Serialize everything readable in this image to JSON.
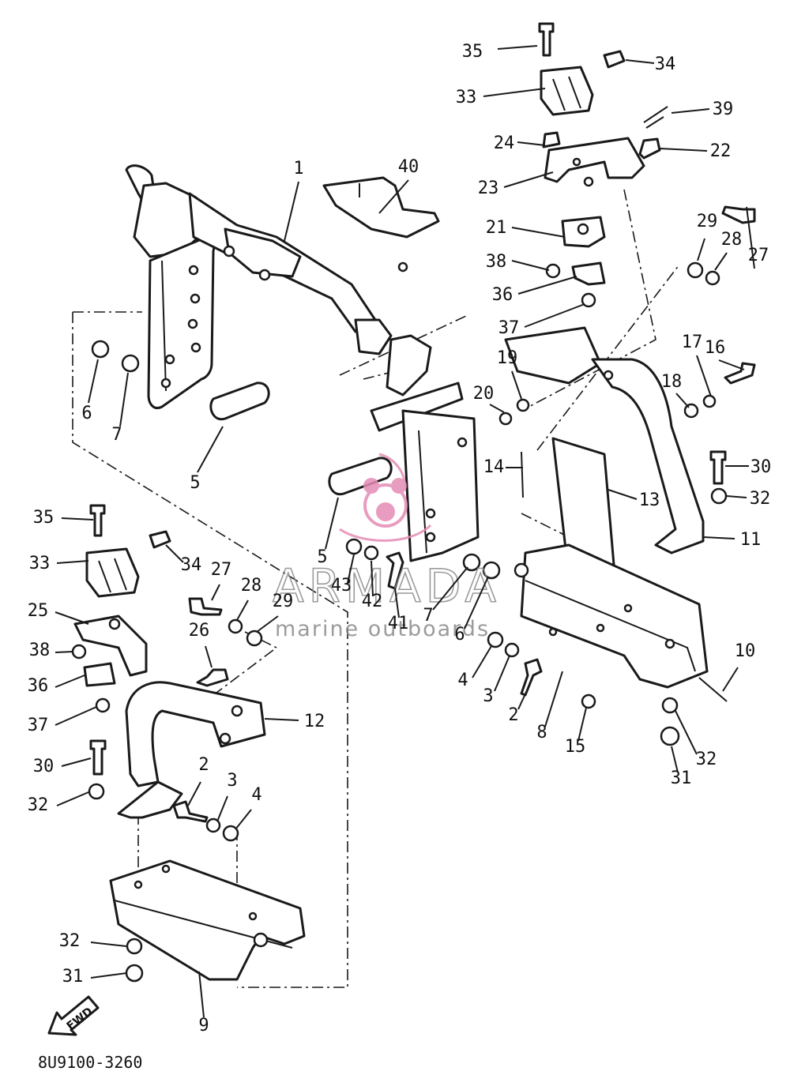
{
  "diagram_code": "8U9100-3260",
  "watermark": {
    "brand": "ARMADA",
    "tagline": "marine outboards",
    "logo_color": "#e58bb5"
  },
  "fwd_label": "FWD",
  "callouts": [
    {
      "id": "c35a",
      "text": "35"
    },
    {
      "id": "c34a",
      "text": "34"
    },
    {
      "id": "c33a",
      "text": "33"
    },
    {
      "id": "c39",
      "text": "39"
    },
    {
      "id": "c24",
      "text": "24"
    },
    {
      "id": "c22",
      "text": "22"
    },
    {
      "id": "c23",
      "text": "23"
    },
    {
      "id": "c1",
      "text": "1"
    },
    {
      "id": "c40",
      "text": "40"
    },
    {
      "id": "c21",
      "text": "21"
    },
    {
      "id": "c29a",
      "text": "29"
    },
    {
      "id": "c28a",
      "text": "28"
    },
    {
      "id": "c27a",
      "text": "27"
    },
    {
      "id": "c38a",
      "text": "38"
    },
    {
      "id": "c36a",
      "text": "36"
    },
    {
      "id": "c37a",
      "text": "37"
    },
    {
      "id": "c16",
      "text": "16"
    },
    {
      "id": "c17",
      "text": "17"
    },
    {
      "id": "c18",
      "text": "18"
    },
    {
      "id": "c19",
      "text": "19"
    },
    {
      "id": "c20",
      "text": "20"
    },
    {
      "id": "c6a",
      "text": "6"
    },
    {
      "id": "c7a",
      "text": "7"
    },
    {
      "id": "c5a",
      "text": "5"
    },
    {
      "id": "c14",
      "text": "14"
    },
    {
      "id": "c13",
      "text": "13"
    },
    {
      "id": "c30a",
      "text": "30"
    },
    {
      "id": "c32a",
      "text": "32"
    },
    {
      "id": "c11",
      "text": "11"
    },
    {
      "id": "c35b",
      "text": "35"
    },
    {
      "id": "c33b",
      "text": "33"
    },
    {
      "id": "c34b",
      "text": "34"
    },
    {
      "id": "c27b",
      "text": "27"
    },
    {
      "id": "c28b",
      "text": "28"
    },
    {
      "id": "c29b",
      "text": "29"
    },
    {
      "id": "c5b",
      "text": "5"
    },
    {
      "id": "c43",
      "text": "43"
    },
    {
      "id": "c42",
      "text": "42"
    },
    {
      "id": "c41",
      "text": "41"
    },
    {
      "id": "c7b",
      "text": "7"
    },
    {
      "id": "c6b",
      "text": "6"
    },
    {
      "id": "c25",
      "text": "25"
    },
    {
      "id": "c38b",
      "text": "38"
    },
    {
      "id": "c26",
      "text": "26"
    },
    {
      "id": "c36b",
      "text": "36"
    },
    {
      "id": "c37b",
      "text": "37"
    },
    {
      "id": "c12",
      "text": "12"
    },
    {
      "id": "c4a",
      "text": "4"
    },
    {
      "id": "c3a",
      "text": "3"
    },
    {
      "id": "c2a",
      "text": "2"
    },
    {
      "id": "c8",
      "text": "8"
    },
    {
      "id": "c15",
      "text": "15"
    },
    {
      "id": "c10",
      "text": "10"
    },
    {
      "id": "c32b",
      "text": "32"
    },
    {
      "id": "c31a",
      "text": "31"
    },
    {
      "id": "c30b",
      "text": "30"
    },
    {
      "id": "c32c",
      "text": "32"
    },
    {
      "id": "c2b",
      "text": "2"
    },
    {
      "id": "c3b",
      "text": "3"
    },
    {
      "id": "c4b",
      "text": "4"
    },
    {
      "id": "c32d",
      "text": "32"
    },
    {
      "id": "c31b",
      "text": "31"
    },
    {
      "id": "c9",
      "text": "9"
    }
  ]
}
